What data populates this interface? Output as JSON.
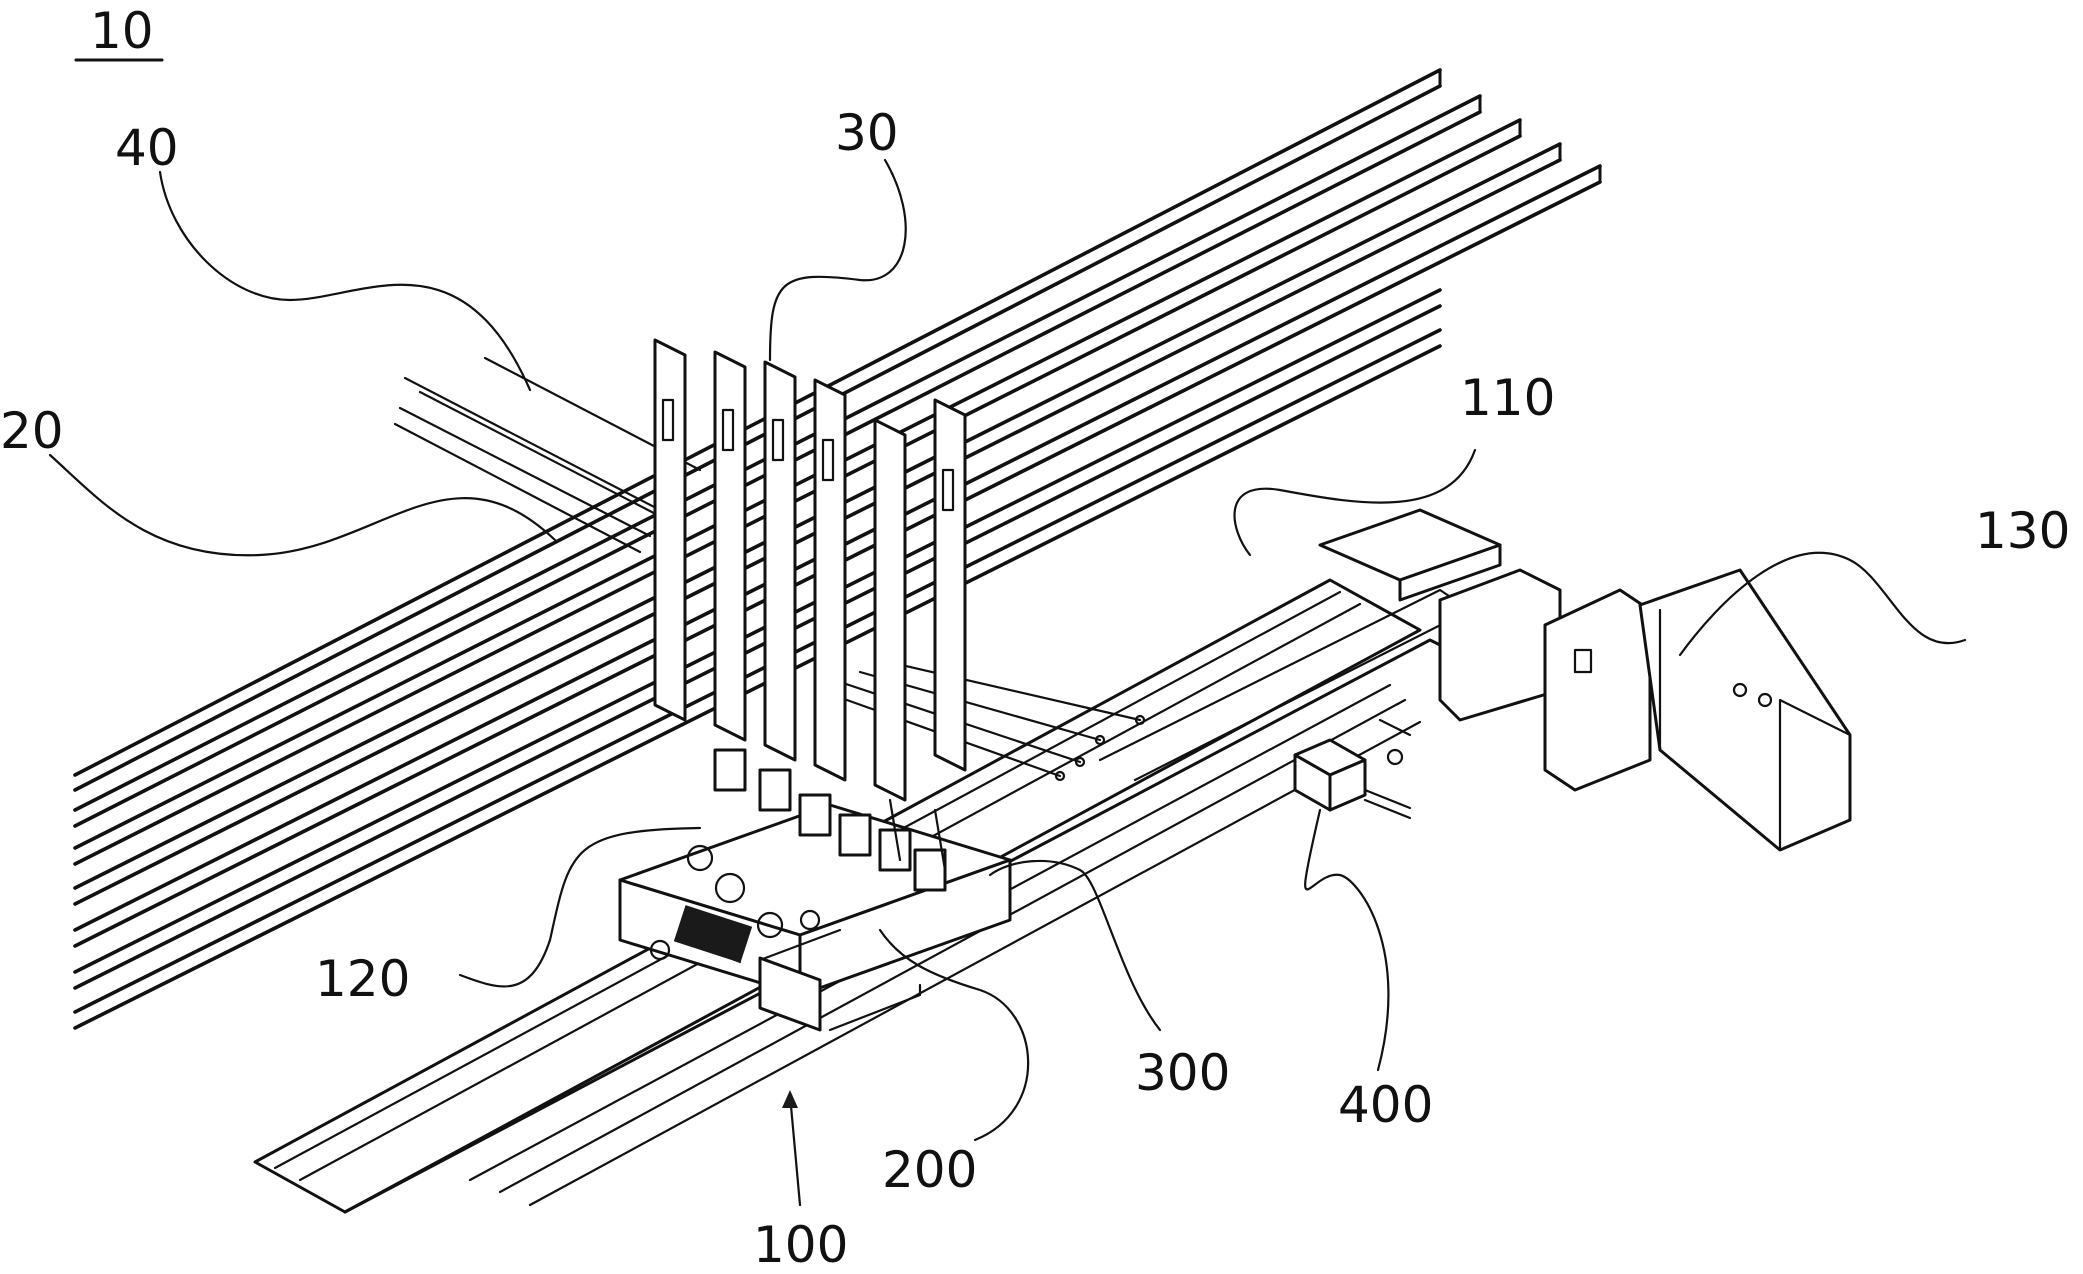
{
  "figure": {
    "ref_main": "10",
    "labels": {
      "l40": "40",
      "l30": "30",
      "l20": "20",
      "l110": "110",
      "l130": "130",
      "l120": "120",
      "l300": "300",
      "l400": "400",
      "l200": "200",
      "l100": "100"
    }
  }
}
